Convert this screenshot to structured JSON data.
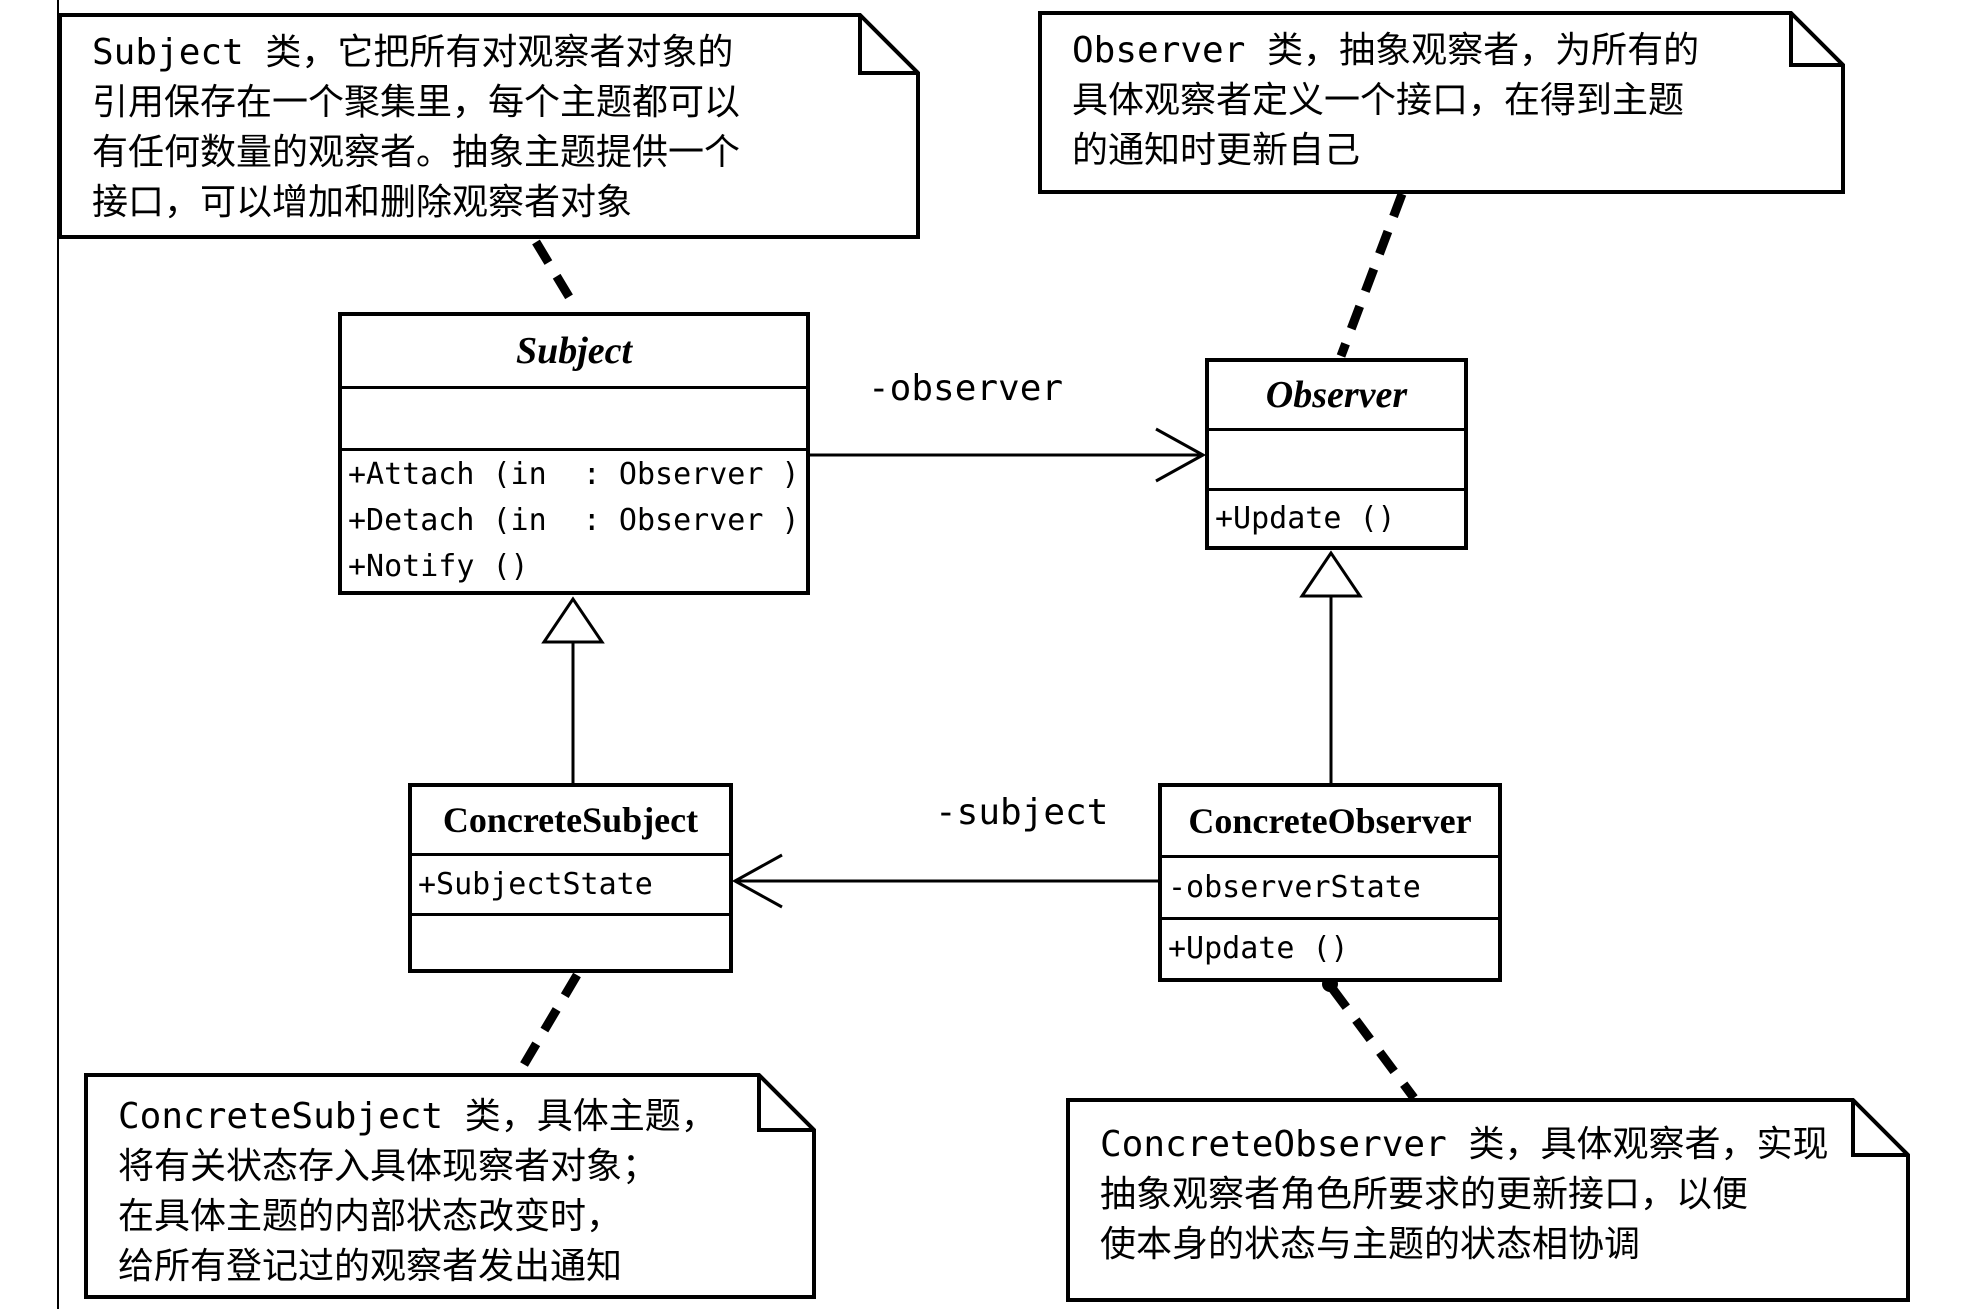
{
  "notes": {
    "subject": {
      "lines": [
        "Subject 类，它把所有对观察者对象的",
        "引用保存在一个聚集里，每个主题都可以",
        "有任何数量的观察者。抽象主题提供一个",
        "接口，可以增加和删除观察者对象"
      ]
    },
    "observer": {
      "lines": [
        "Observer 类，抽象观察者，为所有的",
        "具体观察者定义一个接口，在得到主题",
        "的通知时更新自己"
      ]
    },
    "concrete_subject": {
      "lines": [
        "ConcreteSubject 类，具体主题，",
        "将有关状态存入具体现察者对象；",
        "在具体主题的内部状态改变时，",
        "给所有登记过的观察者发出通知"
      ]
    },
    "concrete_observer": {
      "lines": [
        "ConcreteObserver 类，具体观察者，实现",
        "抽象观察者角色所要求的更新接口，以便",
        "使本身的状态与主题的状态相协调"
      ]
    }
  },
  "classes": {
    "subject": {
      "name": "Subject",
      "abstract": true,
      "attributes": [],
      "methods": [
        "+Attach (in  : Observer )",
        "+Detach (in  : Observer )",
        "+Notify ()"
      ]
    },
    "observer": {
      "name": "Observer",
      "abstract": true,
      "attributes": [],
      "methods": [
        "+Update ()"
      ]
    },
    "concrete_subject": {
      "name": "ConcreteSubject",
      "abstract": false,
      "attributes": [
        "+SubjectState"
      ],
      "methods": []
    },
    "concrete_observer": {
      "name": "ConcreteObserver",
      "abstract": false,
      "attributes": [
        "-observerState"
      ],
      "methods": [
        "+Update ()"
      ]
    }
  },
  "associations": {
    "observer": {
      "label": "-observer"
    },
    "subject": {
      "label": "-subject"
    }
  },
  "colors": {
    "line": "#000000",
    "background": "#ffffff"
  }
}
